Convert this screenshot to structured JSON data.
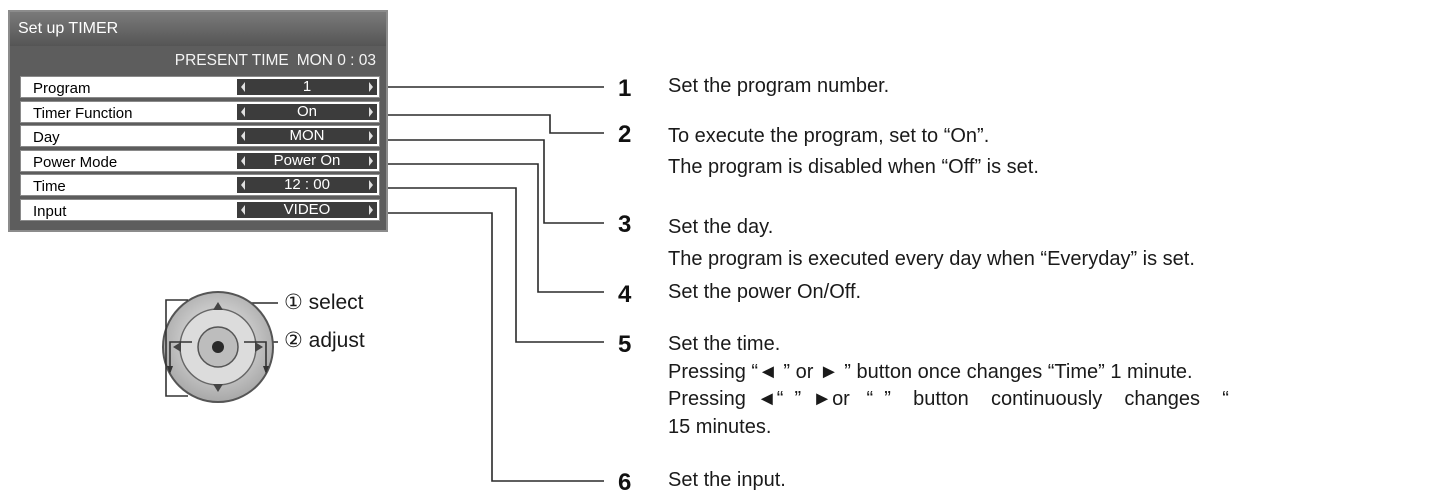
{
  "menu": {
    "title": "Set up TIMER",
    "present_label": "PRESENT TIME",
    "present_value": "MON  0 : 03",
    "rows": [
      {
        "label": "Program",
        "value": "1"
      },
      {
        "label": "Timer Function",
        "value": "On"
      },
      {
        "label": "Day",
        "value": "MON"
      },
      {
        "label": "Power Mode",
        "value": "Power On"
      },
      {
        "label": "Time",
        "value": "12 : 00"
      },
      {
        "label": "Input",
        "value": "VIDEO"
      }
    ]
  },
  "remote": {
    "select_label": "① select",
    "adjust_label": "② adjust"
  },
  "callouts": [
    {
      "number": "1",
      "lines": [
        "Set the program number."
      ]
    },
    {
      "number": "2",
      "lines": [
        "To execute the program, set to “On”.",
        "The program is disabled when “Off” is set."
      ]
    },
    {
      "number": "3",
      "lines": [
        "Set the day.",
        "The program is executed every day when “Everyday” is set."
      ]
    },
    {
      "number": "4",
      "lines": [
        "Set the power On/Off."
      ]
    },
    {
      "number": "5",
      "lines": [
        "Set the time.",
        "Pressing “◄ ” or ►  ” button once changes “Time” 1 minute.",
        "Pressing  ◄“  ”  ►or   “  ”    button    continuously    changes    “",
        "15 minutes."
      ]
    },
    {
      "number": "6",
      "lines": [
        "Set the input."
      ]
    }
  ]
}
